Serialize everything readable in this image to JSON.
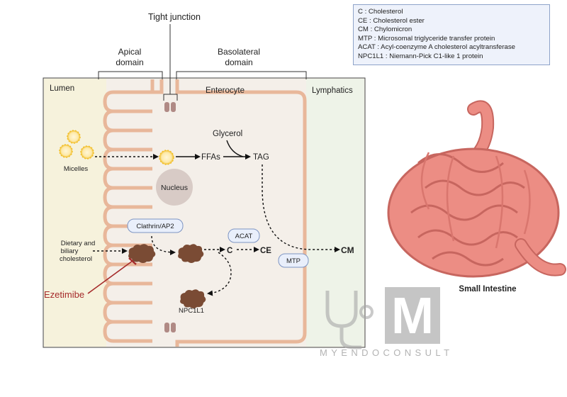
{
  "labels": {
    "tight_junction": "Tight junction",
    "apical_domain_1": "Apical",
    "apical_domain_2": "domain",
    "basolateral_domain_1": "Basolateral",
    "basolateral_domain_2": "domain",
    "lumen": "Lumen",
    "enterocyte": "Enterocyte",
    "lymphatics": "Lymphatics",
    "micelles": "Micelles",
    "ffas": "FFAs",
    "glycerol": "Glycerol",
    "tag": "TAG",
    "nucleus": "Nucleus",
    "clathrin": "Clathrin/AP2",
    "acat": "ACAT",
    "mtp": "MTP",
    "c": "C",
    "ce": "CE",
    "cm": "CM",
    "dietary_1": "Dietary and",
    "dietary_2": "biliary",
    "dietary_3": "cholesterol",
    "ezetimibe": "Ezetimibe",
    "npc1l1": "NPC1L1",
    "small_intestine": "Small Intestine"
  },
  "legend": [
    "C : Cholesterol",
    "CE : Cholesterol ester",
    "CM : Chylomicron",
    "MTP : Microsomal triglyceride transfer protein",
    "ACAT : Acyl-coenzyme A cholesterol acyltransferase",
    "NPC1L1 : Niemann-Pick C1-like 1  protein"
  ],
  "watermark": {
    "text": "MYENDOCONSULT",
    "letter": "M"
  },
  "colors": {
    "lumen_bg": "#f6f2dc",
    "cell_bg": "#f4efe9",
    "lymph_bg": "#eef3e8",
    "membrane": "#e8b79a",
    "junction": "#b08a85",
    "micelle": "#f2bf2b",
    "clump": "#7a4b34",
    "ezetimibe": "#a52a2a",
    "pill_fill": "#e9effb",
    "pill_stroke": "#7d94c2",
    "intestine": "#ec8d84"
  }
}
